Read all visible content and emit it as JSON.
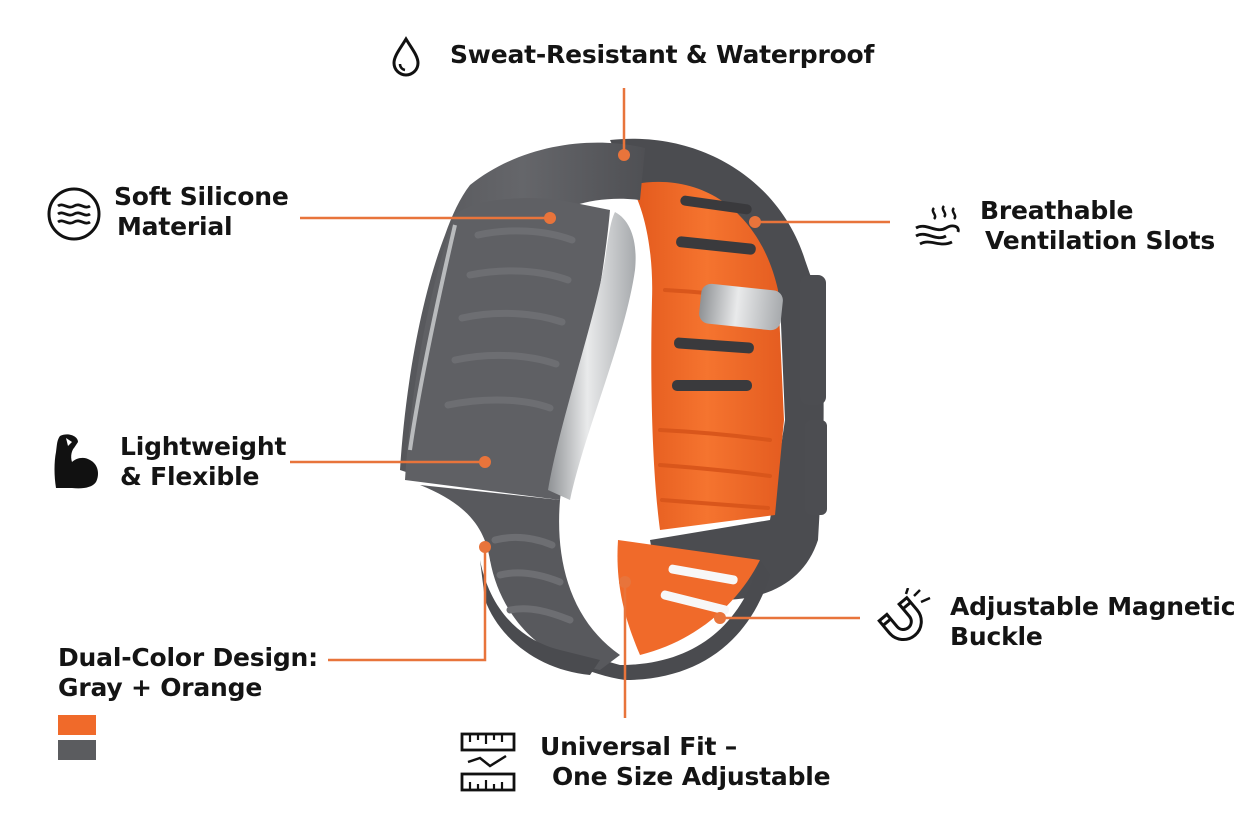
{
  "colors": {
    "accent_orange": "#f06a2a",
    "leader_line": "#e8743b",
    "band_gray": "#5c5d60",
    "band_gray_dark": "#4a4b4e",
    "band_orange": "#f26d2b",
    "metal": "#c9cbcd",
    "text": "#141414"
  },
  "features": {
    "waterproof": {
      "line1": "Sweat-Resistant & Waterproof",
      "icon": "water-drop-icon"
    },
    "silicone": {
      "line1": "Soft Silicone",
      "line2": "Material",
      "icon": "waves-icon"
    },
    "breathable": {
      "line1": "Breathable",
      "line2": "Ventilation Slots",
      "icon": "airflow-icon"
    },
    "lightweight": {
      "line1": "Lightweight",
      "line2": "& Flexible",
      "icon": "flexed-arm-icon"
    },
    "magnetic": {
      "line1": "Adjustable Magnetic",
      "line2": "Buckle",
      "icon": "magnet-icon"
    },
    "dual_color": {
      "line1": "Dual-Color Design:",
      "line2": "Gray + Orange"
    },
    "universal": {
      "line1": "Universal Fit –",
      "line2": "One Size Adjustable",
      "icon": "ruler-icon"
    }
  },
  "swatches": [
    {
      "name": "orange",
      "color": "#f06a2a"
    },
    {
      "name": "gray",
      "color": "#5b5c5f"
    }
  ]
}
